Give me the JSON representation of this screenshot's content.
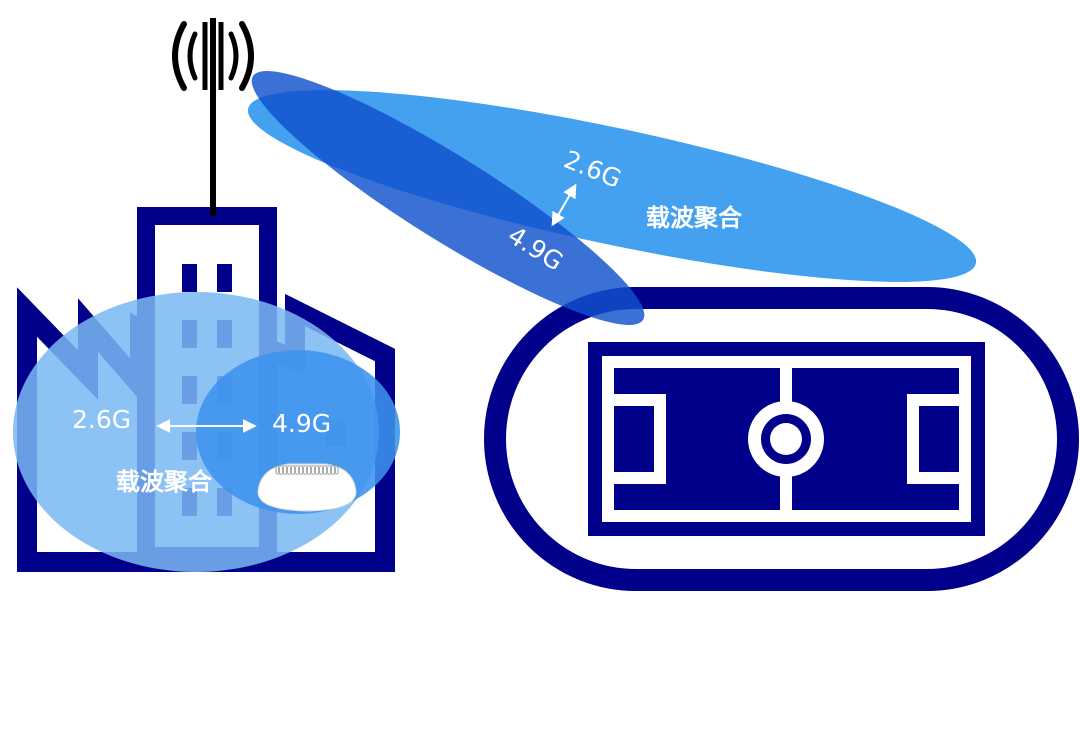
{
  "colors": {
    "navy": "#00008a",
    "beam_light": "#3d9ef0",
    "beam_dark": "#1050cc",
    "indoor_outer": "#7ab8f3",
    "indoor_inner": "#3c93ee",
    "white": "#ffffff",
    "black": "#000000"
  },
  "icons": {
    "antenna": "antenna-tower-icon",
    "building": "office-building-icon",
    "factory": "factory-icon",
    "stadium": "stadium-field-icon",
    "ceiling_ap": "ceiling-access-point-icon"
  },
  "outdoor": {
    "band_a": "2.6G",
    "band_b": "4.9G",
    "label": "载波聚合"
  },
  "indoor": {
    "band_a": "2.6G",
    "band_b": "4.9G",
    "label": "载波聚合"
  }
}
